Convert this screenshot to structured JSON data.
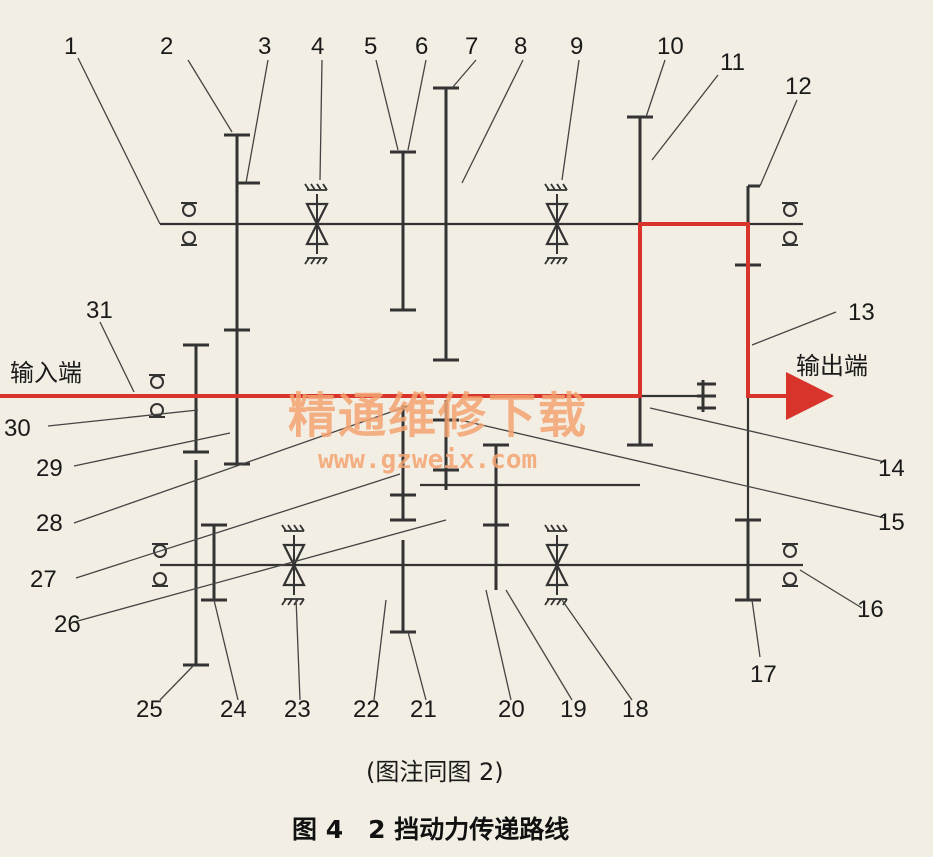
{
  "callouts": [
    "1",
    "2",
    "3",
    "4",
    "5",
    "6",
    "7",
    "8",
    "9",
    "10",
    "11",
    "12",
    "13",
    "14",
    "15",
    "16",
    "17",
    "18",
    "19",
    "20",
    "21",
    "22",
    "23",
    "24",
    "25",
    "26",
    "27",
    "28",
    "29",
    "30",
    "31"
  ],
  "input_label": "输入端",
  "output_label": "输出端",
  "note": "(图注同图 2)",
  "caption": "图 4　2 挡动力传递路线",
  "watermark": {
    "cn": "精通维修下载",
    "url": "www.gzweix.com"
  },
  "colors": {
    "power_flow": "#d9342b",
    "watermark": "#f3a472",
    "line": "#333333"
  }
}
